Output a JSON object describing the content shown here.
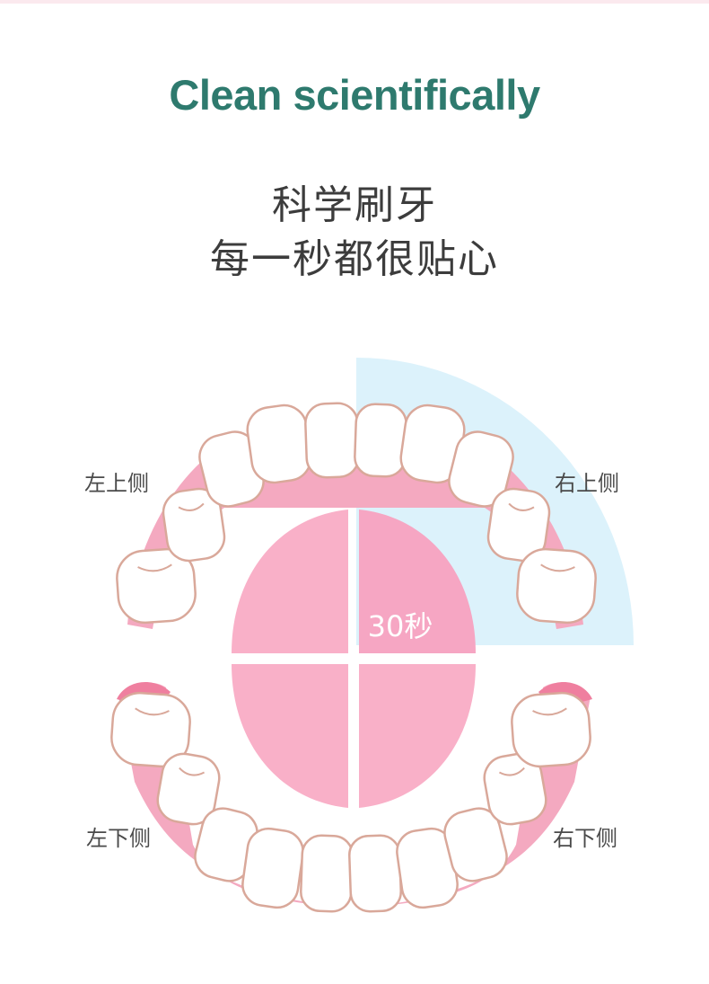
{
  "header": {
    "title_en": "Clean scientifically",
    "title_cn_line1": "科学刷牙",
    "title_cn_line2": "每一秒都很贴心"
  },
  "diagram": {
    "quadrants": {
      "upper_left": "左上侧",
      "upper_right": "右上侧",
      "lower_left": "左下侧",
      "lower_right": "右下侧"
    },
    "active_segment_label": "30秒",
    "active_quadrant": "upper_right"
  },
  "colors": {
    "title_en": "#2e7a6e",
    "text_dark": "#3c3c3c",
    "gum_pink": "#f4a9c0",
    "gum_deep": "#ef7f9f",
    "tooth_fill": "#ffffff",
    "tooth_outline": "#d9a89a",
    "highlight_blue": "#dcf2fb",
    "center_pink": "#f9b0c8",
    "center_pink_active": "#f6a6c3"
  }
}
